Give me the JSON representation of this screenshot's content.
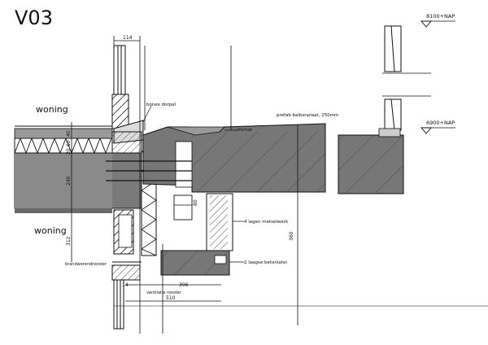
{
  "title": "V03",
  "levels": {
    "upper": "8100+NAP",
    "lower": "6900+NAP"
  },
  "rooms": {
    "upper": "woning",
    "lower": "woning"
  },
  "labels": {
    "kozijn": "bonex dorpel",
    "afschot": "afschot",
    "balkonplaat": "prefab balkonplaat, 250mm",
    "metselwerk": "4 lagen metselwerk",
    "betonlatei": "2 laagse betonlatei",
    "brandmuur": "brandwerendrooster",
    "ventilatie": "ventilatie rooster"
  },
  "dimensions": {
    "d114": "114",
    "d40": "40",
    "d60": "60",
    "d20": "20",
    "d240": "240",
    "d312": "312",
    "d80": "80",
    "d360": "360",
    "d14": "14",
    "d396": "396",
    "d510": "510"
  },
  "colors": {
    "concrete": "#707070",
    "line": "#111111",
    "insulation": "#ffffff"
  }
}
